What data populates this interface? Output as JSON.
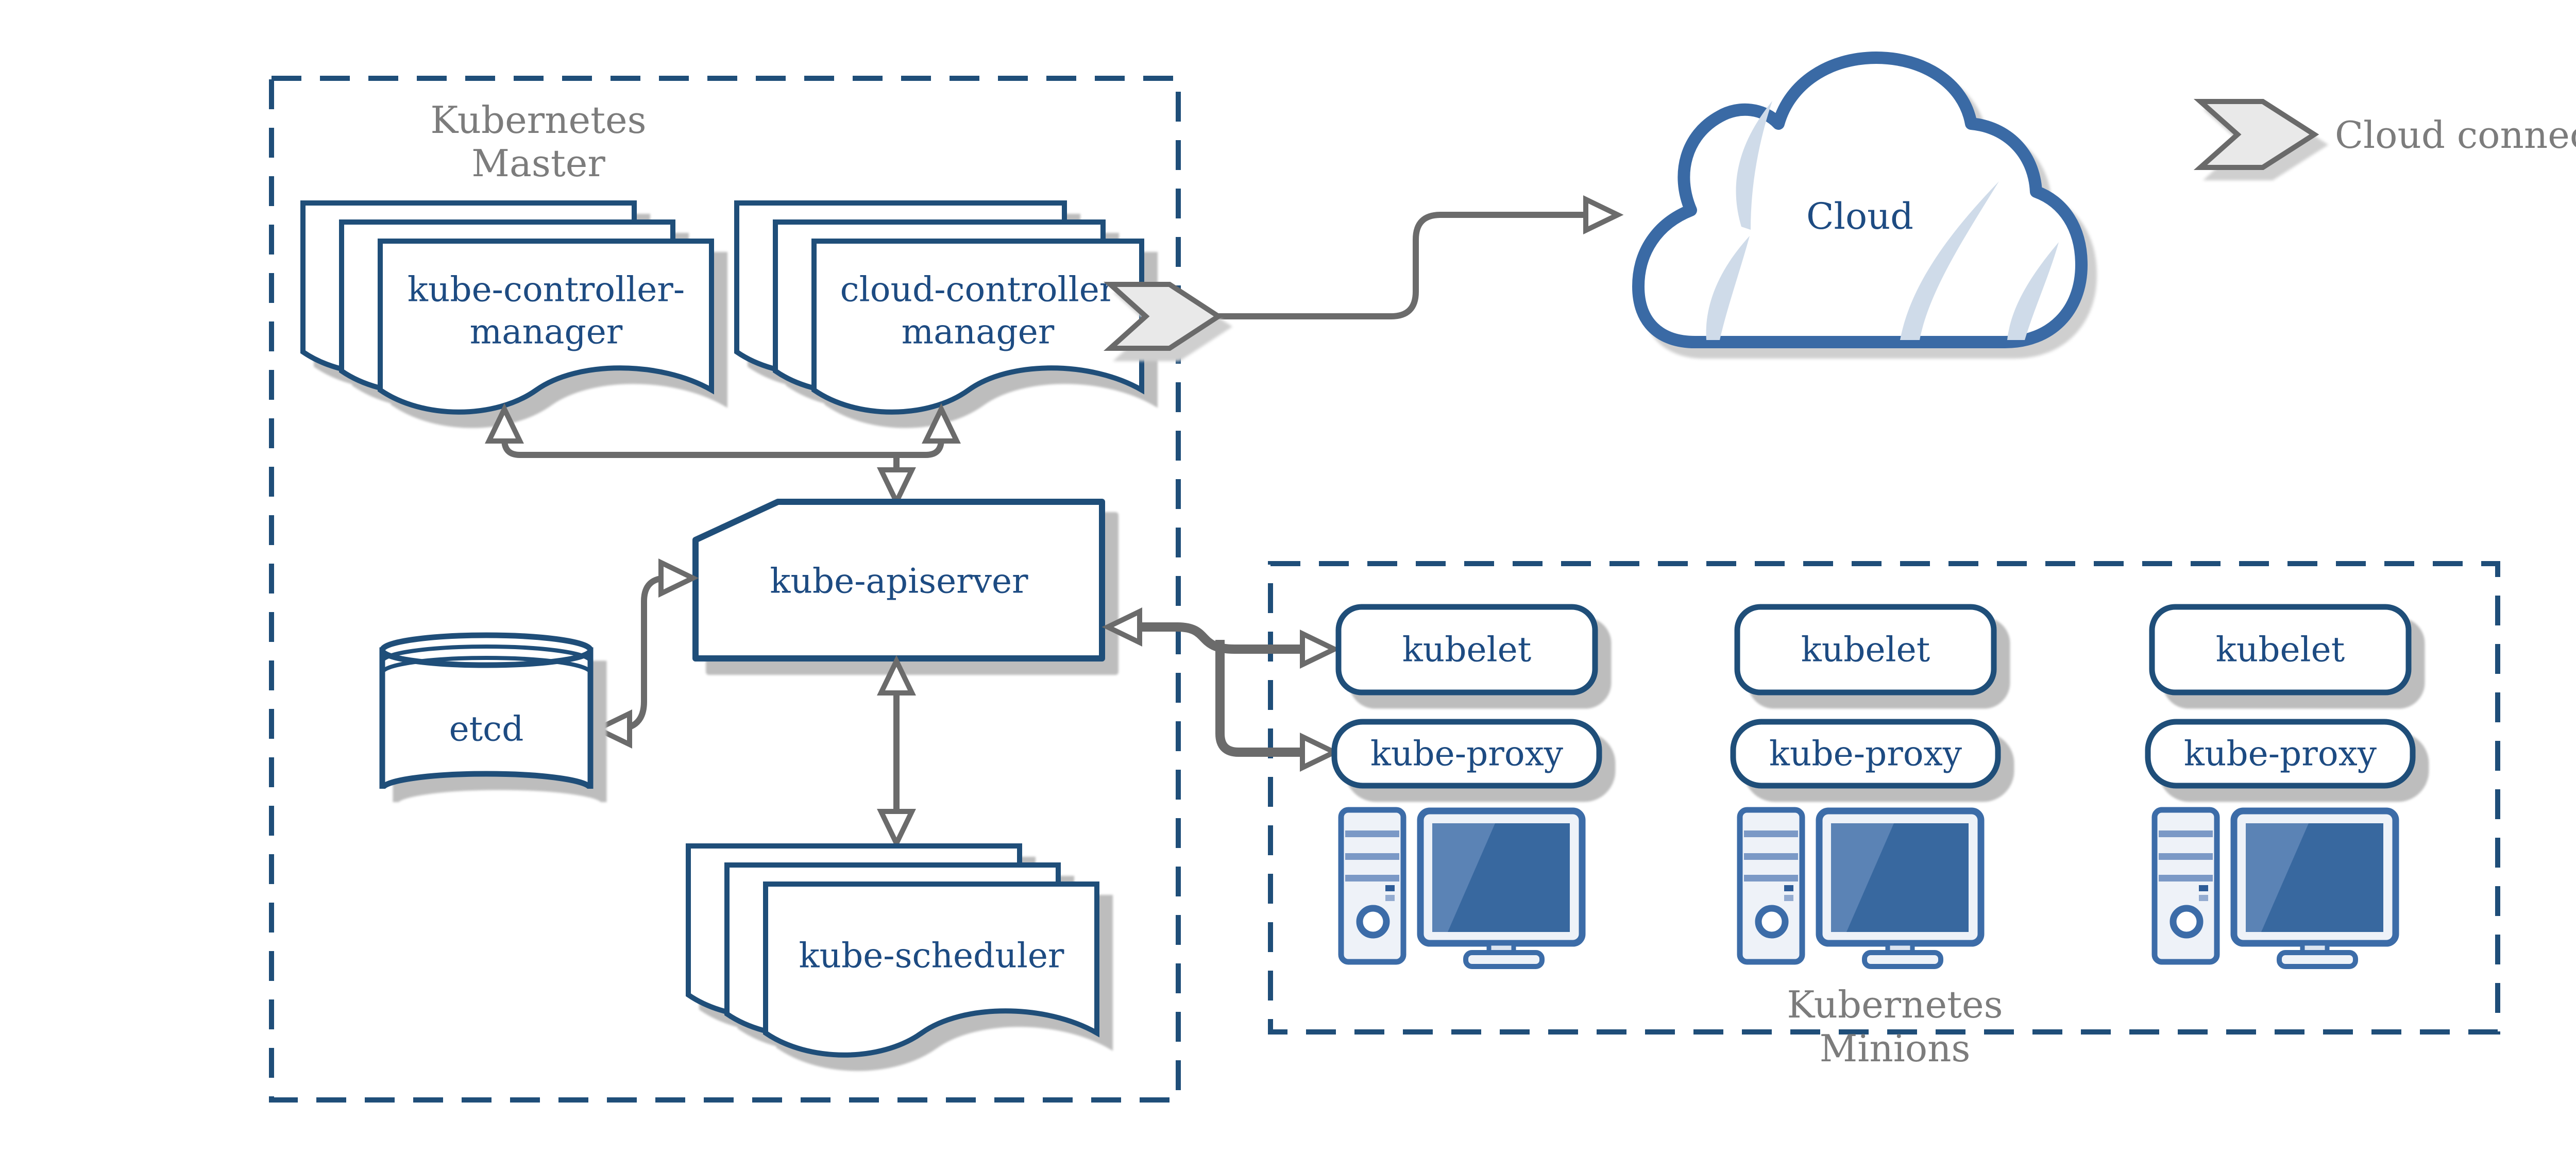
{
  "diagram": {
    "master": {
      "title_line1": "Kubernetes",
      "title_line2": "Master"
    },
    "nodes": {
      "kube_controller_manager": {
        "line1": "kube-controller-",
        "line2": "manager"
      },
      "cloud_controller_manager": {
        "line1": "cloud-controller",
        "line2": "manager"
      },
      "kube_apiserver": {
        "label": "kube-apiserver"
      },
      "etcd": {
        "label": "etcd"
      },
      "kube_scheduler": {
        "label": "kube-scheduler"
      },
      "cloud": {
        "label": "Cloud"
      }
    },
    "legend": {
      "label": "Cloud connector"
    },
    "minions": {
      "title_line1": "Kubernetes",
      "title_line2": "Minions",
      "columns": [
        {
          "kubelet": "kubelet",
          "kube_proxy": "kube-proxy"
        },
        {
          "kubelet": "kubelet",
          "kube_proxy": "kube-proxy"
        },
        {
          "kubelet": "kubelet",
          "kube_proxy": "kube-proxy"
        }
      ]
    },
    "palette": {
      "shape_border_blue": "#1f4e79",
      "text_blue": "#1d4b82",
      "icon_blue": "#3c6ca8",
      "screen_blue": "#38689f",
      "arrow_gray": "#6b6b6b",
      "label_gray": "#7c7c7c",
      "connector_fill": "#e9e9e9",
      "slash_blue": "#cfdbe9",
      "shadow_gray": "#bdbdbd"
    }
  }
}
